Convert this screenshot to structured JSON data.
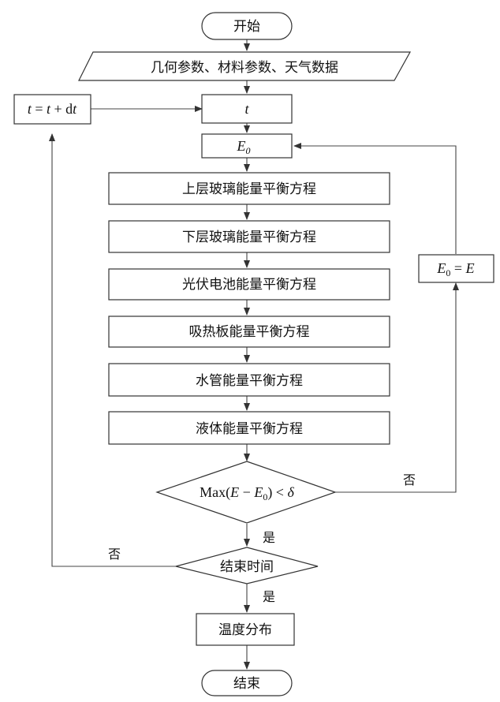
{
  "nodes": {
    "start": "开始",
    "input": "几何参数、材料参数、天气数据",
    "time_node": "t",
    "e0": {
      "main": "E",
      "sub": "0"
    },
    "eq1": "上层玻璃能量平衡方程",
    "eq2": "下层玻璃能量平衡方程",
    "eq3": "光伏电池能量平衡方程",
    "eq4": "吸热板能量平衡方程",
    "eq5": "水管能量平衡方程",
    "eq6": "液体能量平衡方程",
    "converge": {
      "pre": "Max(",
      "e": "E",
      "minus": " − ",
      "e0": "E",
      "e0sub": "0",
      "post": ") < ",
      "delta": "δ"
    },
    "end_time": "结束时间",
    "temperature": "温度分布",
    "end": "结束",
    "time_update": {
      "t1": "t",
      "eq": " = ",
      "t2": "t",
      "plus": " + d",
      "t3": "t"
    },
    "e0_update": {
      "e": "E",
      "sub": "0",
      "eq": " = ",
      "e2": "E"
    }
  },
  "edge_labels": {
    "no_converge": "否",
    "yes_converge": "是",
    "no_end": "否",
    "yes_end": "是"
  }
}
